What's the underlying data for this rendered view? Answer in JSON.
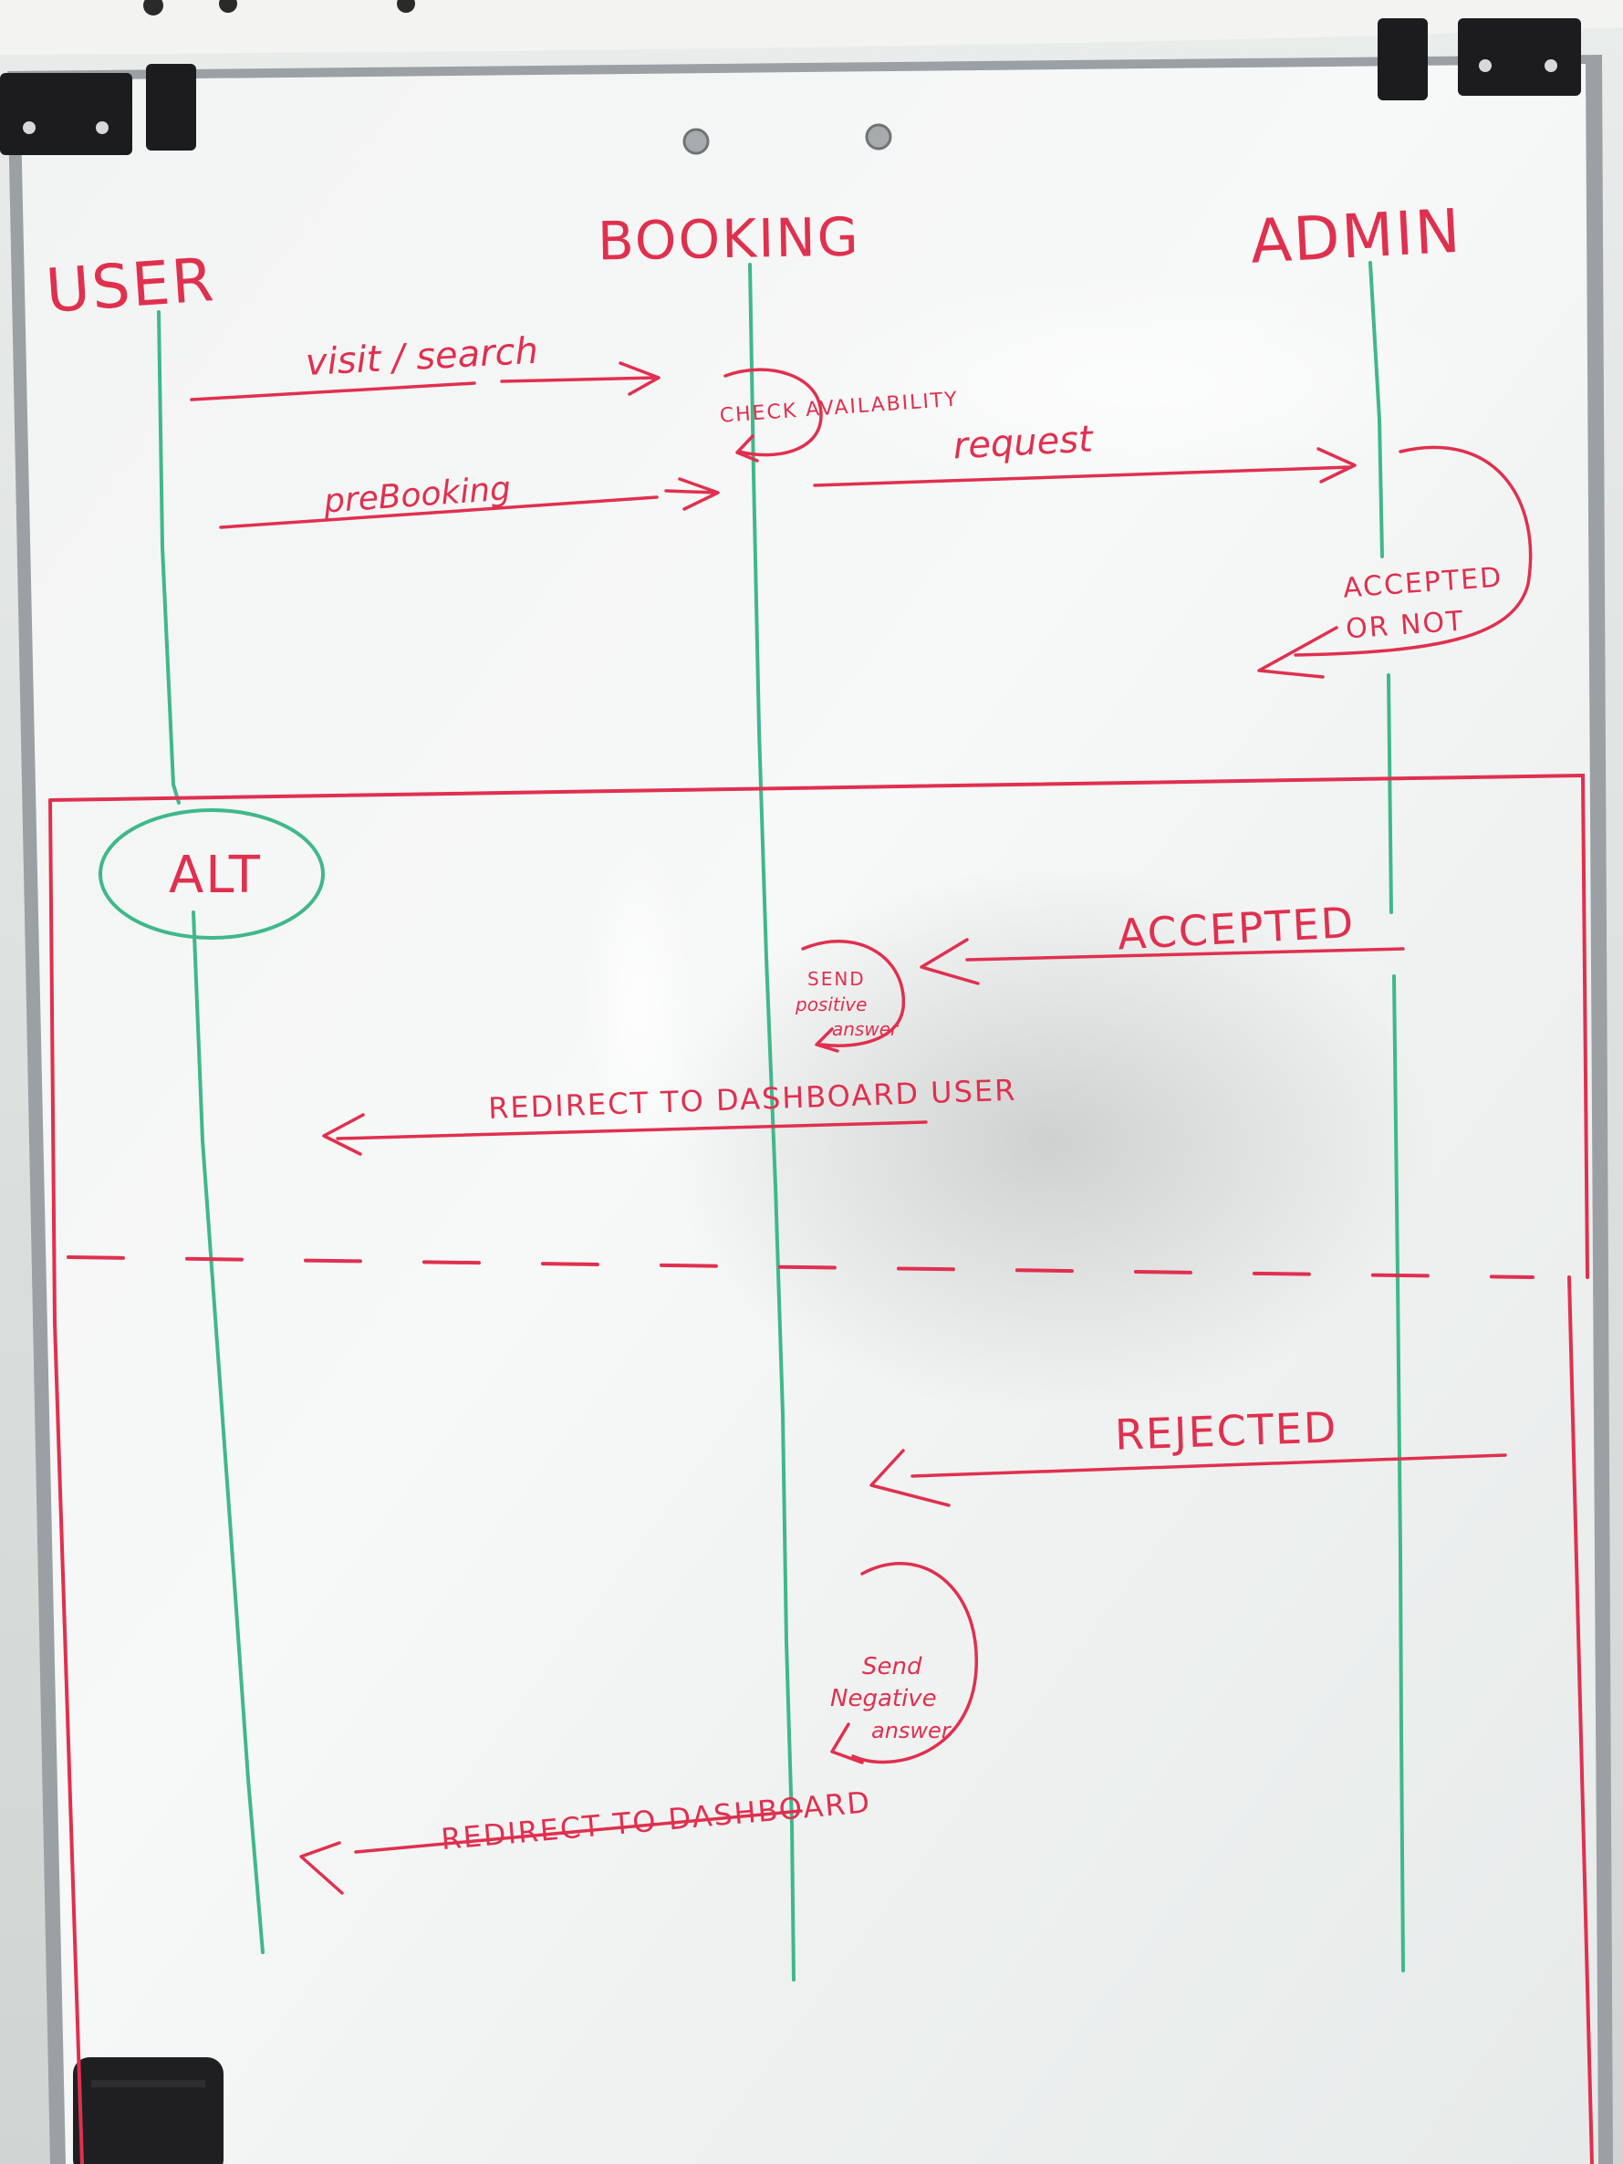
{
  "colors": {
    "marker_red": "#e0304e",
    "marker_green": "#3fb88a",
    "board_white": "#f4f6f5",
    "frame_gray": "#9aa0a3",
    "clip_black": "#1c1c1e"
  },
  "lifelines": [
    {
      "key": "user",
      "label": "USER"
    },
    {
      "key": "booking",
      "label": "BOOKING"
    },
    {
      "key": "admin",
      "label": "ADMIN"
    }
  ],
  "messages": {
    "visit_search": "visit / search",
    "check_availability": "CHECK AVAILABILITY",
    "prebooking": "preBooking",
    "request": "request",
    "accepted_or_not_line1": "ACCEPTED",
    "accepted_or_not_line2": "OR NOT",
    "accepted": "ACCEPTED",
    "send_positive_line1": "SEND",
    "send_positive_line2": "positive",
    "send_positive_line3": "answer",
    "redirect_dashboard_user": "REDIRECT TO DASHBOARD USER",
    "rejected": "REJECTED",
    "send_negative_line1": "Send",
    "send_negative_line2": "Negative",
    "send_negative_line3": "answer",
    "redirect_dashboard": "REDIRECT TO DASHBOARD"
  },
  "fragment": {
    "operator": "ALT"
  }
}
